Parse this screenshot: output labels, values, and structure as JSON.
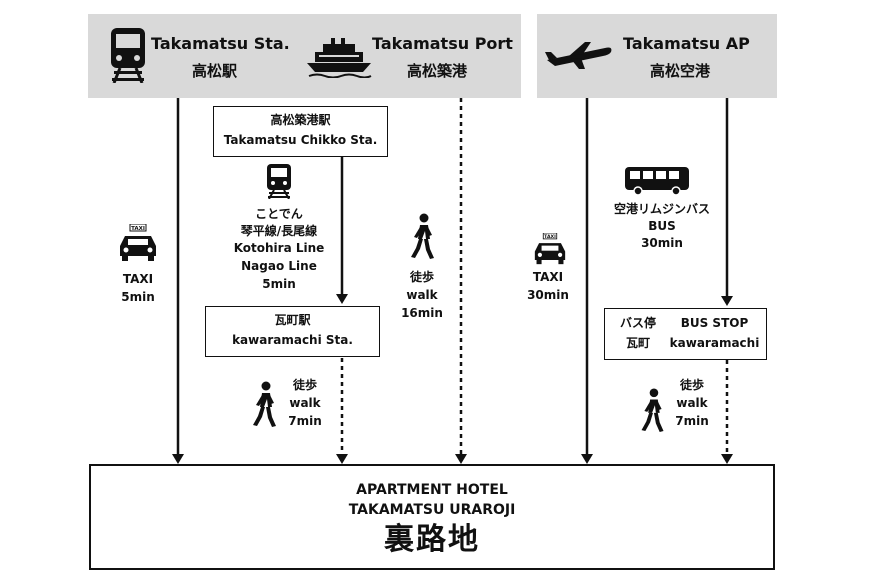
{
  "origins": {
    "station": {
      "en": "Takamatsu Sta.",
      "ja": "高松駅",
      "icon": "train-icon"
    },
    "port": {
      "en": "Takamatsu Port",
      "ja": "高松築港",
      "icon": "ship-icon"
    },
    "airport": {
      "en": "Takamatsu AP",
      "ja": "高松空港",
      "icon": "airplane-icon"
    }
  },
  "stops": {
    "chikko": {
      "ja": "高松築港駅",
      "en": "Takamatsu Chikko Sta."
    },
    "kawaramachi": {
      "ja": "瓦町駅",
      "en": "kawaramachi Sta."
    },
    "bus_stop": {
      "ja_line1": "バス停",
      "ja_line2": "瓦町",
      "en_line1": "BUS STOP",
      "en_line2": "kawaramachi"
    }
  },
  "routes": {
    "station_taxi": {
      "mode": "TAXI",
      "time": "5min"
    },
    "kotoden": {
      "ja1": "ことでん",
      "ja2": "琴平線/長尾線",
      "en1": "Kotohira Line",
      "en2": "Nagao Line",
      "time": "5min"
    },
    "kawaramachi_walk": {
      "ja": "徒歩",
      "en": "walk",
      "time": "7min"
    },
    "port_walk": {
      "ja": "徒歩",
      "en": "walk",
      "time": "16min"
    },
    "airport_taxi": {
      "mode": "TAXI",
      "time": "30min"
    },
    "limousine": {
      "ja": "空港リムジンバス",
      "en": "BUS",
      "time": "30min"
    },
    "busstop_walk": {
      "ja": "徒歩",
      "en": "walk",
      "time": "7min"
    }
  },
  "destination": {
    "line1": "APARTMENT HOTEL",
    "line2": "TAKAMATSU URAROJI",
    "ja": "裏路地"
  },
  "icons": {
    "taxi_sign": "TAXI"
  },
  "colors": {
    "header_bg": "#d9d9d9",
    "ink": "#111111"
  }
}
